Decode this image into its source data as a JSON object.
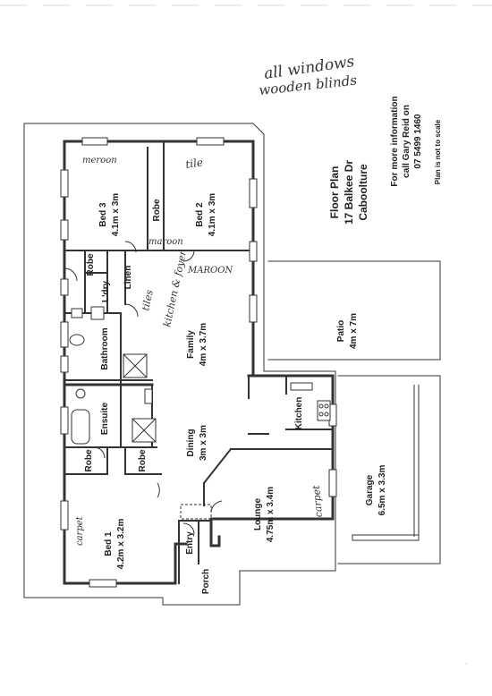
{
  "title_block": {
    "title": "Floor Plan",
    "address_line1": "17 Balkee Dr",
    "address_line2": "Caboolture",
    "info_line1": "For more information",
    "info_line2": "call Gary Reid on",
    "info_phone": "07 5499 1460",
    "scale_note": "Plan is not to scale"
  },
  "handwritten": {
    "note_line1": "all windows",
    "note_line2": "wooden blinds",
    "bed3_floor": "meroon",
    "bed2_floor": "tile",
    "bed3_door_note": "maroon",
    "bed2_door_note": "MAROON",
    "family_note_line1": "tiles",
    "family_note_line2": "kitchen & foyer",
    "lounge_note": "carpet",
    "bed1_note": "carpet"
  },
  "rooms": {
    "bed3": {
      "name": "Bed 3",
      "size": "4.1m x 3m"
    },
    "bed2": {
      "name": "Bed 2",
      "size": "4.1m x 3m"
    },
    "robe_top": "Robe",
    "robe_left": "Robe",
    "linen": "Linen",
    "laundry": "L'dry",
    "bathroom": "Bathroom",
    "family": {
      "name": "Family",
      "size": "4m x 3.7m"
    },
    "ensuite": "Ensuite",
    "kitchen": "Kitchen",
    "dining": {
      "name": "Dining",
      "size": "3m x 3m"
    },
    "robe_bed1a": "Robe",
    "robe_bed1b": "Robe",
    "bed1": {
      "name": "Bed 1",
      "size": "4.2m x 3.2m"
    },
    "lounge": {
      "name": "Lounge",
      "size": "4.75m x 3.4m"
    },
    "entry": "Entry",
    "porch": "Porch",
    "patio": {
      "name": "Patio",
      "size": "4m x 7m"
    },
    "garage": {
      "name": "Garage",
      "size": "6.5m x 3.3m"
    }
  }
}
